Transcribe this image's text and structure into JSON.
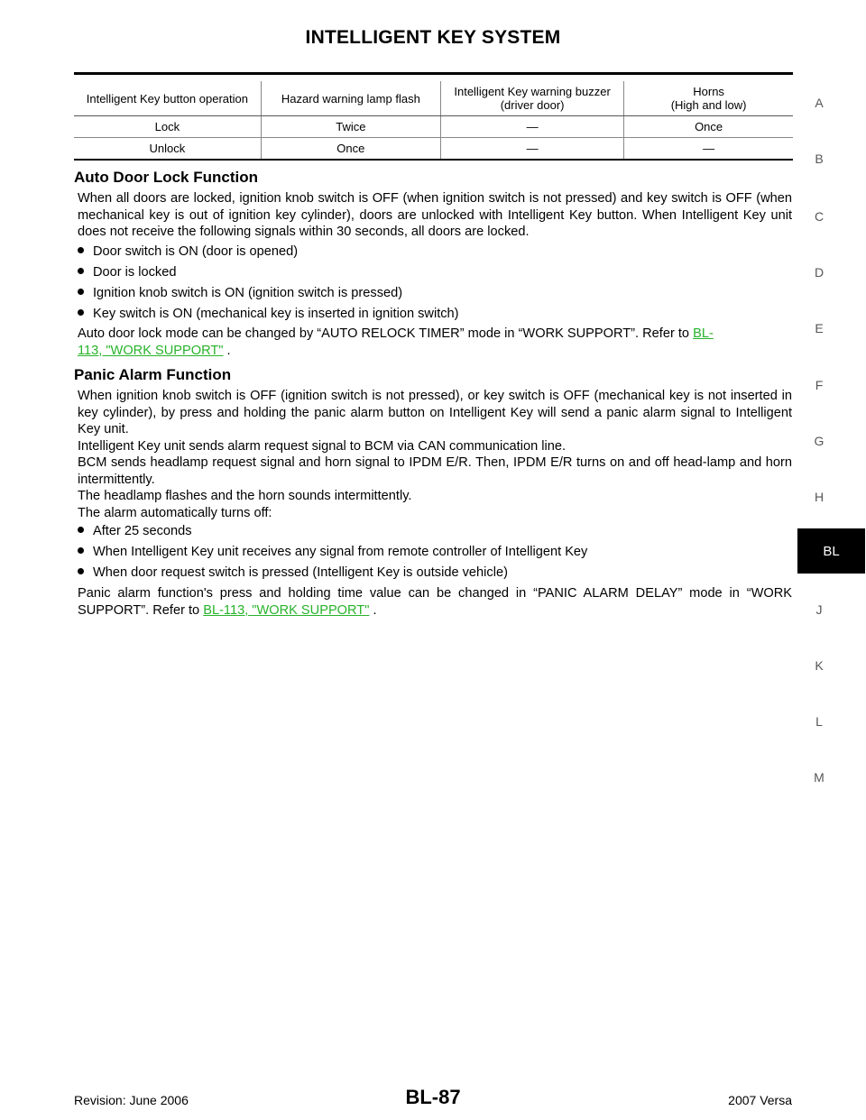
{
  "header": {
    "title": "INTELLIGENT KEY SYSTEM"
  },
  "table": {
    "headers": [
      "Intelligent Key button operation",
      "Hazard warning lamp flash",
      "Intelligent Key warning buzzer\n(driver door)",
      "Horns\n(High and low)"
    ],
    "rows": [
      [
        "Lock",
        "Twice",
        "—",
        "Once"
      ],
      [
        "Unlock",
        "Once",
        "—",
        "—"
      ]
    ]
  },
  "auto_door_lock": {
    "heading": "Auto Door Lock Function",
    "intro": "When all doors are locked, ignition knob switch is OFF (when ignition switch is not pressed) and key switch is OFF (when mechanical key is out of ignition key cylinder), doors are unlocked with Intelligent Key button. When Intelligent Key unit does not receive the following signals within 30 seconds, all doors are locked.",
    "bullets": [
      "Door switch is ON (door is opened)",
      "Door is locked",
      "Ignition knob switch is ON (ignition switch is pressed)",
      "Key switch is ON (mechanical key is inserted in ignition switch)"
    ],
    "note_prefix": "Auto door lock mode can be changed by “AUTO RELOCK TIMER” mode in “WORK SUPPORT”. Refer to ",
    "note_link_part1": "BL-",
    "note_link_part2": "113, \"WORK SUPPORT\"",
    "note_suffix": " ."
  },
  "panic_alarm": {
    "heading": "Panic Alarm Function",
    "intro": "When ignition knob switch is OFF (ignition switch is not pressed), or key switch is OFF (mechanical key is not inserted in key cylinder), by press and holding the panic alarm button on Intelligent Key will send a panic alarm signal to Intelligent Key unit.",
    "line2": "Intelligent Key unit sends alarm request signal to BCM via CAN communication line.",
    "line3": "BCM sends headlamp request signal and horn signal to IPDM E/R. Then, IPDM E/R turns on and off head-lamp and horn intermittently.",
    "line4": "The headlamp flashes and the horn sounds intermittently.",
    "line5": "The alarm automatically turns off:",
    "bullets": [
      "After 25 seconds",
      "When Intelligent Key unit receives any signal from remote controller of Intelligent Key",
      "When door request switch is pressed (Intelligent Key is outside vehicle)"
    ],
    "note_prefix": "Panic alarm function's press and holding time value can be changed in “PANIC ALARM DELAY” mode in “WORK SUPPORT”. Refer to ",
    "note_link": "BL-113, \"WORK SUPPORT\"",
    "note_suffix": " ."
  },
  "index_tabs": [
    "A",
    "B",
    "C",
    "D",
    "E",
    "F",
    "G",
    "H",
    "BL",
    "J",
    "K",
    "L",
    "M"
  ],
  "footer": {
    "revision": "Revision: June 2006",
    "page_number": "BL-87",
    "model": "2007 Versa"
  },
  "colors": {
    "link": "#27b32a",
    "active_tab_bg": "#000000"
  }
}
